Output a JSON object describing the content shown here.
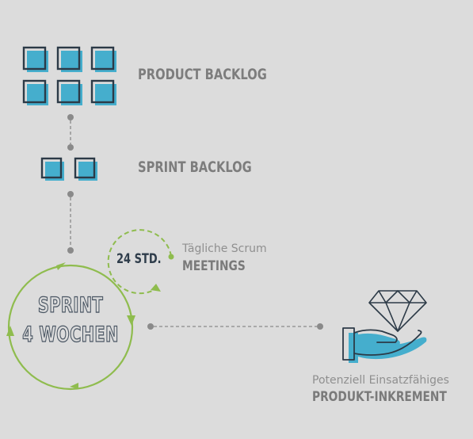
{
  "product_backlog": {
    "label": "PRODUCT BACKLOG",
    "item_count": 6
  },
  "sprint_backlog": {
    "label": "SPRINT BACKLOG",
    "item_count": 2
  },
  "daily_scrum": {
    "duration": "24 STD.",
    "title_line1": "Tägliche Scrum",
    "title_line2": "MEETINGS"
  },
  "sprint": {
    "line1": "SPRINT",
    "line2": "4 WOCHEN"
  },
  "increment": {
    "line1": "Potenziell Einsatzfähiges",
    "line2": "PRODUKT-INKREMENT"
  },
  "colors": {
    "background": "#dcdcdc",
    "accent_blue": "#45aecd",
    "outline_dark": "#2c3a47",
    "cycle_green": "#8fbc4e",
    "connector_gray": "#8a8a8a",
    "label_gray": "#7d7d7d"
  },
  "icons": {
    "backlog_item": "square-icon",
    "increment": "diamond-on-hand-icon"
  }
}
